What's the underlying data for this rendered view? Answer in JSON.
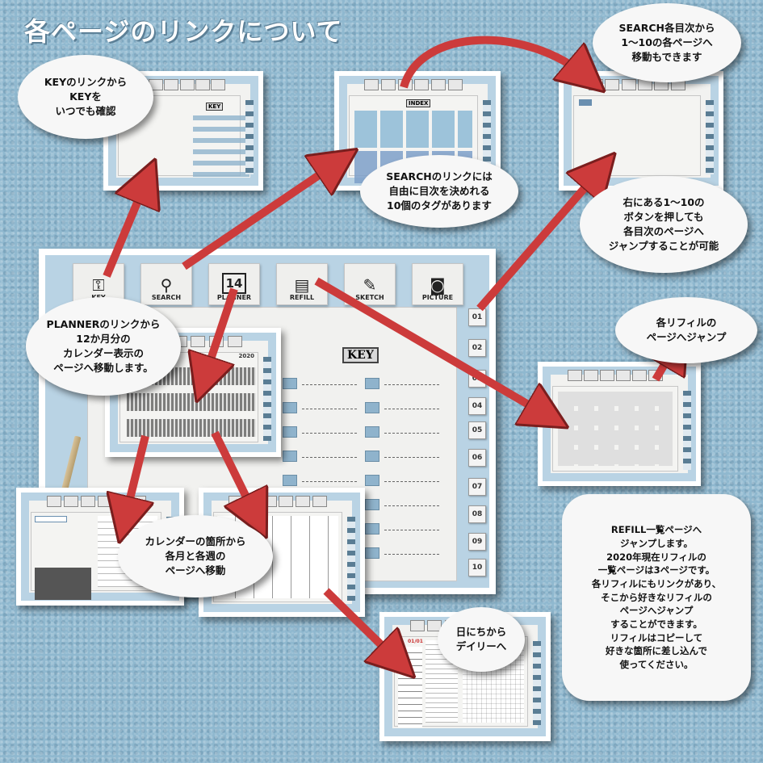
{
  "title": "各ページのリンクについて",
  "nav": {
    "key": "KEY",
    "search": "SEARCH",
    "planner": "PLANNER",
    "refill": "REFILL",
    "sketch": "SKETCH",
    "picture": "PICTURE"
  },
  "planner_icon_number": "14",
  "key_heading": "KEY",
  "index_heading": "INDEX",
  "calendar_year": "2020",
  "side_numbers": [
    "01",
    "02",
    "03",
    "04",
    "05",
    "06",
    "07",
    "08",
    "09",
    "10"
  ],
  "daily_date": "01/01",
  "bubbles": {
    "key": "KEYのリンクから\nKEYを\nいつでも確認",
    "search_targets": "SEARCH各目次から\n1～10の各ページへ\n移動もできます",
    "search_tags": "SEARCHのリンクには\n自由に目次を決めれる\n10個のタグがあります",
    "side_buttons": "右にある1～10の\nボタンを押しても\n各目次のページへ\nジャンプすることが可能",
    "planner": "PLANNERのリンクから\n12か月分の\nカレンダー表示の\nページへ移動します。",
    "refill_jump": "各リフィルの\nページへジャンプ",
    "calendar": "カレンダーの箇所から\n各月と各週の\nページへ移動",
    "daily": "日にちから\nデイリーへ",
    "refill": "REFILL一覧ページへ\nジャンプします。\n2020年現在リフィルの\n一覧ページは3ページです。\n各リフィルにもリンクがあり、\nそこから好きなリフィルの\nページへジャンプ\nすることができます。\nリフィルはコピーして\n好きな箇所に差し込んで\n使ってください。"
  },
  "colors": {
    "background": "#8fb8cf",
    "frame": "#b9d3e4",
    "arrow": "#cc3b3b",
    "tab_blue": "#8fb3cc"
  },
  "icons": [
    "key-icon",
    "search-icon",
    "calendar-icon",
    "notebook-icon",
    "sketchbook-icon",
    "camera-icon",
    "pencil-icon"
  ]
}
